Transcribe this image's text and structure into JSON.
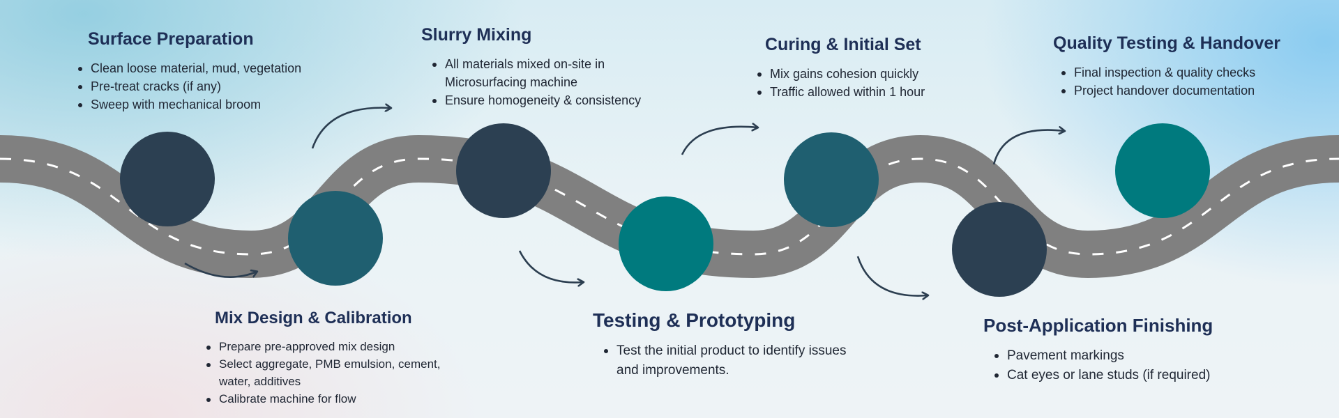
{
  "colors": {
    "road": "#808080",
    "dash": "#ffffff",
    "circle_dark": "#2c4052",
    "circle_mid": "#1f5f70",
    "circle_teal": "#007a7e",
    "arrow": "#2c3e50",
    "heading": "#1e2f56"
  },
  "steps": [
    {
      "title": "Surface Preparation",
      "bullets": [
        "Clean loose material, mud, vegetation",
        "Pre-treat cracks (if any)",
        "Sweep with mechanical broom"
      ]
    },
    {
      "title": "Mix Design & Calibration",
      "bullets": [
        "Prepare pre-approved mix design",
        "Select aggregate, PMB emulsion, cement, water, additives",
        "Calibrate machine for flow"
      ]
    },
    {
      "title": "Slurry Mixing",
      "bullets": [
        "All materials mixed on-site in Microsurfacing machine",
        "Ensure homogeneity & consistency"
      ]
    },
    {
      "title": "Testing & Prototyping",
      "bullets": [
        "Test the initial product to identify issues and improvements."
      ]
    },
    {
      "title": "Curing & Initial Set",
      "bullets": [
        "Mix gains cohesion quickly",
        "Traffic allowed within 1 hour"
      ]
    },
    {
      "title": "Post-Application Finishing",
      "bullets": [
        "Pavement markings",
        "Cat eyes or lane studs (if required)"
      ]
    },
    {
      "title": "Quality Testing & Handover",
      "bullets": [
        "Final inspection & quality checks",
        "Project handover documentation"
      ]
    }
  ]
}
